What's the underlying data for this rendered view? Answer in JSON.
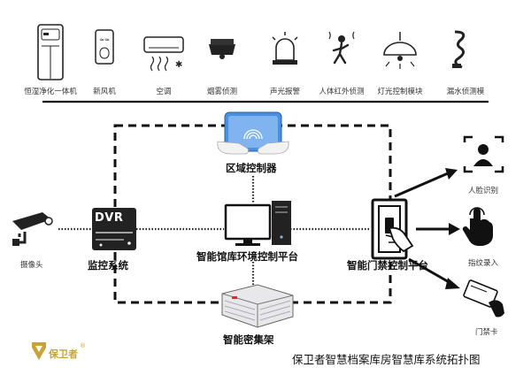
{
  "devices": [
    {
      "id": "constant-humidity-purifier",
      "label": "恒湿净化一体机"
    },
    {
      "id": "fresh-air",
      "label": "新风机"
    },
    {
      "id": "air-conditioner",
      "label": "空调"
    },
    {
      "id": "smoke-detector",
      "label": "烟雾侦测"
    },
    {
      "id": "sound-light-alarm",
      "label": "声光报警"
    },
    {
      "id": "infrared-detector",
      "label": "人体红外侦测"
    },
    {
      "id": "light-control",
      "label": "灯光控制模块"
    },
    {
      "id": "water-leak",
      "label": "漏水侦测模"
    }
  ],
  "nodes": {
    "area_controller": "区域控制器",
    "platform": "智能馆库环境控制平台",
    "monitor": "监控系统",
    "dvr": "DVR",
    "camera": "摄像头",
    "access": "智能门禁控制平台",
    "face": "人脸识别",
    "fingerprint": "指纹录入",
    "card": "门禁卡",
    "shelf": "智能密集架"
  },
  "brand": {
    "name": "保卫者",
    "mark": "®"
  },
  "caption": "保卫者智慧档案库房智慧库系统拓扑图",
  "colors": {
    "ink": "#111111",
    "tablet": "#4a8fe0",
    "accent": "#c9a23a"
  }
}
